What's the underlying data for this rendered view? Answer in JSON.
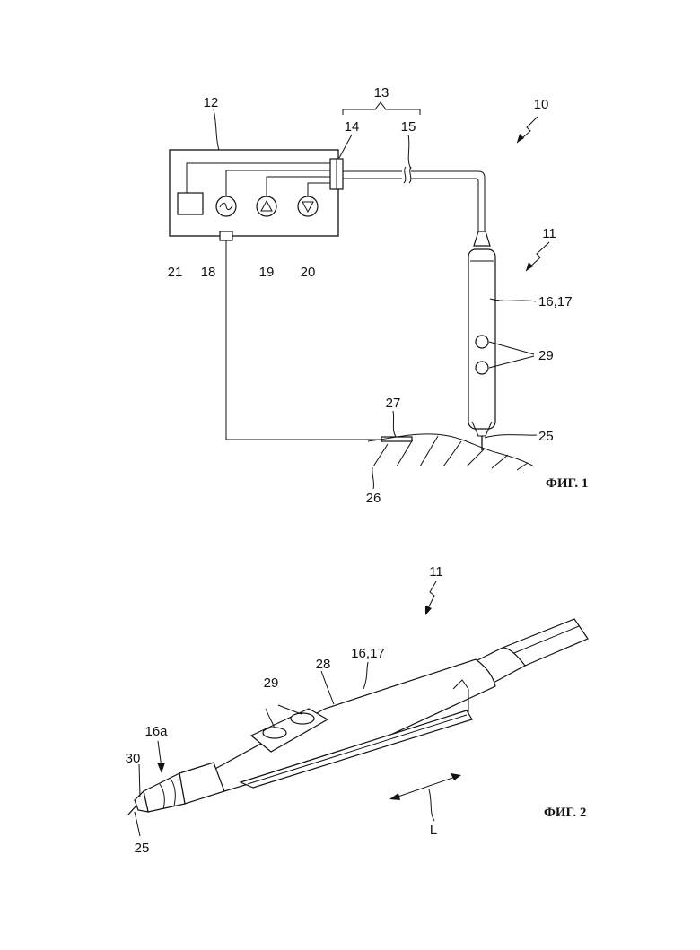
{
  "figure1": {
    "caption": "ФИГ. 1",
    "labels": {
      "system": "10",
      "generator": "12",
      "cable_assembly": "13",
      "plug": "14",
      "cable": "15",
      "instrument": "11",
      "handle": "16,17",
      "rf_source": "18",
      "pump_up": "19",
      "pump_down": "20",
      "controller": "21",
      "neutral_electrode": "27",
      "electrode": "25",
      "tissue": "26",
      "buttons": "29"
    }
  },
  "figure2": {
    "caption": "ФИГ. 2",
    "labels": {
      "instrument": "11",
      "handle": "16,17",
      "housing": "28",
      "buttons": "29",
      "tip": "16a",
      "nozzle": "30",
      "electrode": "25",
      "axis": "L"
    }
  }
}
